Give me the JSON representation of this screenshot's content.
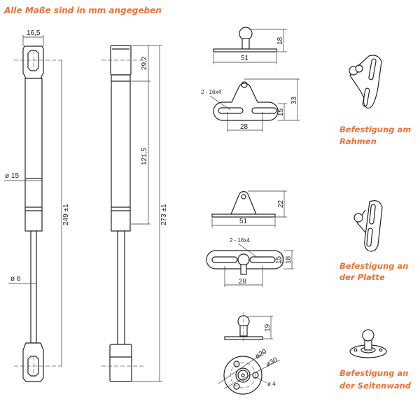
{
  "title": "Alle Maße sind in mm angegeben",
  "spring_left": {
    "width": "16,5",
    "body_diameter": "ø 15",
    "rod_diameter": "ø 6",
    "length": "249 ±1"
  },
  "spring_right": {
    "cap_height": "29,2",
    "body_length": "121,5",
    "length": "273 ±1"
  },
  "mount_frame": {
    "side_height": "18",
    "side_width": "51",
    "slot_label": "2 - 16x4",
    "height": "33",
    "slot_height": "15",
    "slot_spacing": "28",
    "caption_line1": "Befestigung am",
    "caption_line2": "Rahmen"
  },
  "mount_plate": {
    "side_height": "22",
    "side_width": "51",
    "slot_label": "2 - 16x4",
    "slot_height": "15",
    "height": "18",
    "slot_spacing": "28",
    "caption_line1": "Befestigung an",
    "caption_line2": "der Platte"
  },
  "mount_wall": {
    "height": "19",
    "bolt_circle": "ø20",
    "outer_diameter": "ø30",
    "hole_diameter": "ø 4",
    "caption_line1": "Befestigung an",
    "caption_line2": "der Seitenwand"
  },
  "colors": {
    "accent": "#e8733a"
  }
}
